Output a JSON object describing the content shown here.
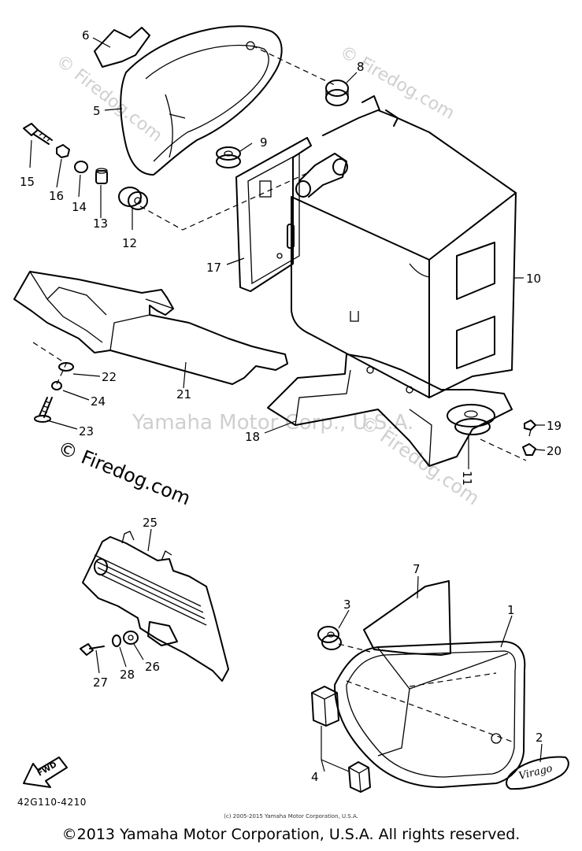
{
  "callouts": [
    "1",
    "2",
    "3",
    "4",
    "5",
    "6",
    "7",
    "8",
    "9",
    "10",
    "11",
    "12",
    "13",
    "14",
    "15",
    "16",
    "17",
    "18",
    "19",
    "20",
    "21",
    "22",
    "23",
    "24",
    "25",
    "26",
    "27",
    "28"
  ],
  "watermarks": {
    "firedog": "© Firedog.com",
    "yamaha": "Yamaha Motor Corp., U.S.A."
  },
  "fwd_label": "FWD",
  "emblem_text": "Virago",
  "diagram_code": "42G110-4210",
  "small_copyright": "(c) 2005-2015 Yamaha Motor Corporation, U.S.A.",
  "copyright": "©2013 Yamaha Motor Corporation, U.S.A. All rights reserved."
}
